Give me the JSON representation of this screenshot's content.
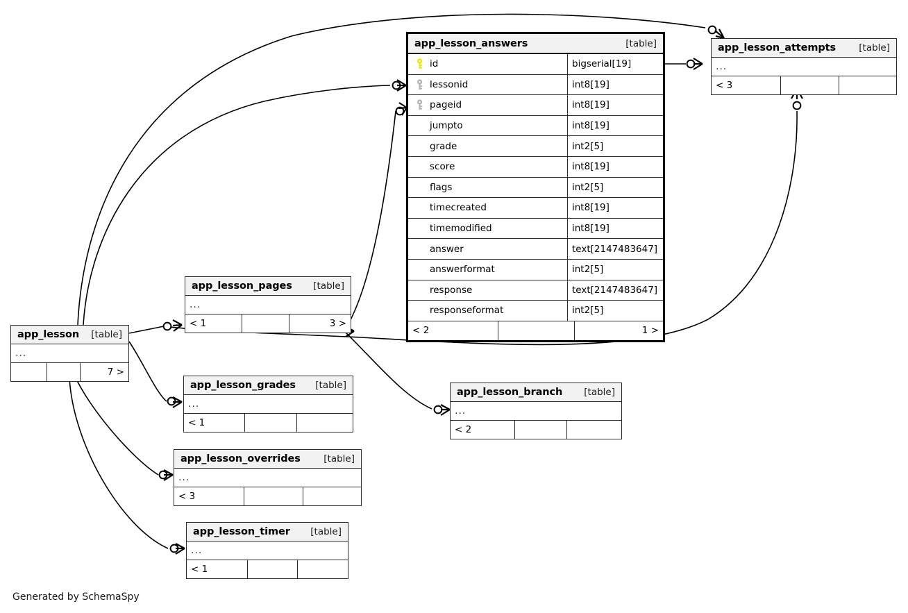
{
  "diagram": {
    "title": "app_lesson_answers",
    "caption": "Generated by SchemaSpy",
    "table_tag": "[table]",
    "ellipsis": "...",
    "colors": {
      "primary_key_icon": "#e8e800",
      "foreign_key_icon": "#b3b3b3",
      "header_background": "#f2f2f2",
      "border": "#2b2b2b",
      "focus_border": "#000000",
      "background": "#ffffff"
    }
  },
  "tables": {
    "answers": {
      "name": "app_lesson_answers",
      "tag": "[table]",
      "columns": [
        {
          "key": "primary-key",
          "name": "id",
          "type": "bigserial[19]"
        },
        {
          "key": "foreign-key",
          "name": "lessonid",
          "type": "int8[19]"
        },
        {
          "key": "foreign-key",
          "name": "pageid",
          "type": "int8[19]"
        },
        {
          "key": "none",
          "name": "jumpto",
          "type": "int8[19]"
        },
        {
          "key": "none",
          "name": "grade",
          "type": "int2[5]"
        },
        {
          "key": "none",
          "name": "score",
          "type": "int8[19]"
        },
        {
          "key": "none",
          "name": "flags",
          "type": "int2[5]"
        },
        {
          "key": "none",
          "name": "timecreated",
          "type": "int8[19]"
        },
        {
          "key": "none",
          "name": "timemodified",
          "type": "int8[19]"
        },
        {
          "key": "none",
          "name": "answer",
          "type": "text[2147483647]"
        },
        {
          "key": "none",
          "name": "answerformat",
          "type": "int2[5]"
        },
        {
          "key": "none",
          "name": "response",
          "type": "text[2147483647]"
        },
        {
          "key": "none",
          "name": "responseformat",
          "type": "int2[5]"
        }
      ],
      "footer": [
        "< 2",
        "",
        "1 >"
      ]
    },
    "attempts": {
      "name": "app_lesson_attempts",
      "tag": "[table]",
      "body": "...",
      "footer": [
        "< 3",
        "",
        ""
      ]
    },
    "pages": {
      "name": "app_lesson_pages",
      "tag": "[table]",
      "body": "...",
      "footer": [
        "< 1",
        "",
        "3 >"
      ]
    },
    "lesson": {
      "name": "app_lesson",
      "tag": "[table]",
      "body": "...",
      "footer": [
        "",
        "",
        "7 >"
      ]
    },
    "grades": {
      "name": "app_lesson_grades",
      "tag": "[table]",
      "body": "...",
      "footer": [
        "< 1",
        "",
        ""
      ]
    },
    "branch": {
      "name": "app_lesson_branch",
      "tag": "[table]",
      "body": "...",
      "footer": [
        "< 2",
        "",
        ""
      ]
    },
    "overrides": {
      "name": "app_lesson_overrides",
      "tag": "[table]",
      "body": "...",
      "footer": [
        "< 3",
        "",
        ""
      ]
    },
    "timer": {
      "name": "app_lesson_timer",
      "tag": "[table]",
      "body": "...",
      "footer": [
        "< 1",
        "",
        ""
      ]
    }
  }
}
